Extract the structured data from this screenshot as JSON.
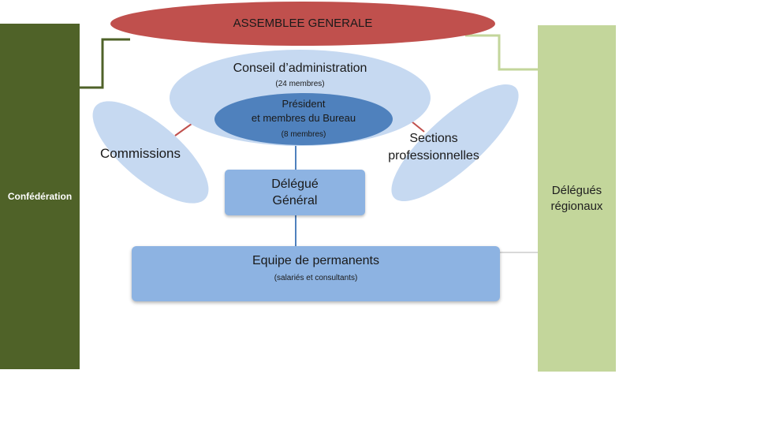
{
  "assemblee": {
    "label": "ASSEMBLEE GENERALE"
  },
  "conseil": {
    "title": "Conseil d’administration",
    "subtitle": "(24 membres)"
  },
  "bureau": {
    "title": "Président\net membres du Bureau",
    "subtitle": "(8 membres)"
  },
  "commissions": {
    "label": "Commissions"
  },
  "sections": {
    "label": "Sections\nprofessionnelles"
  },
  "delegue_general": {
    "label": "Délégué\nGénéral"
  },
  "equipe": {
    "title": "Equipe de permanents",
    "subtitle": "(salariés et consultants)"
  },
  "confederation": {
    "label": "Confédération"
  },
  "delegues_regionaux": {
    "label": "Délégués\nrégionaux"
  },
  "colors": {
    "assemblee": "#c0504d",
    "conseil": "#c6d9f1",
    "bureau": "#4f81bd",
    "delegue_general": "#8db3e2",
    "confederation": "#4f6228",
    "delegues_regionaux": "#c3d69b",
    "link_red": "#c0504d",
    "link_blue": "#4f81bd"
  }
}
